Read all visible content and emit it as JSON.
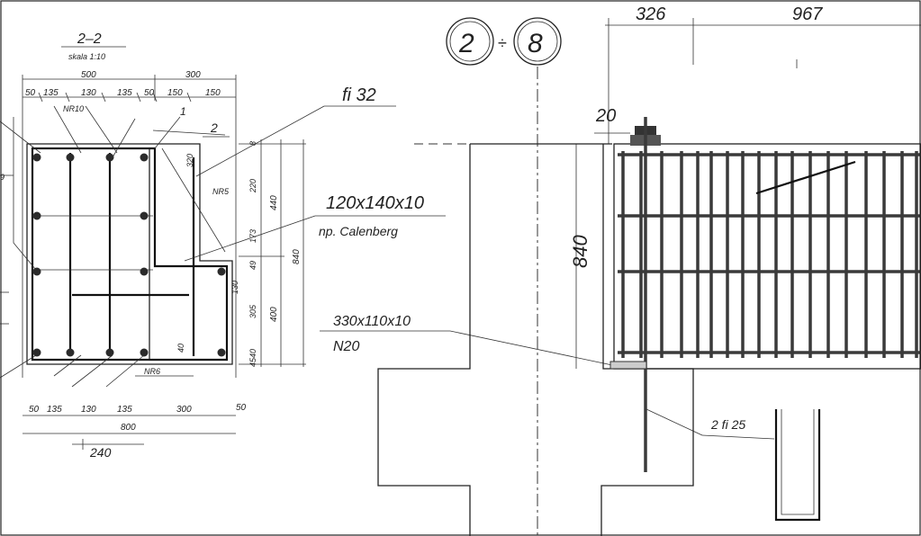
{
  "section": {
    "title": "2–2",
    "scale": "skala 1:10",
    "top_dims_row1": [
      "500",
      "300"
    ],
    "top_dims_row2": [
      "50",
      "135",
      "130",
      "135",
      "50",
      "150",
      "150"
    ],
    "bottom_dims_row1": [
      "50",
      "135",
      "130",
      "135",
      "300",
      "50"
    ],
    "bottom_total": "800",
    "bottom_offset": "240",
    "right_dims_inner": [
      "8",
      "220",
      "173",
      "49",
      "130",
      "305",
      "40",
      "45"
    ],
    "right_dims_outer": [
      "440",
      "400"
    ],
    "right_total": "840",
    "labels": {
      "nr10": "NR10",
      "nr5": "NR5",
      "nr6": "NR6",
      "mark1": "1",
      "mark2": "2",
      "dim40": "40",
      "dim320": "320",
      "dim9": "9"
    }
  },
  "callouts": {
    "fi32": "fi 32",
    "plate1": "120x140x10",
    "plate1_sub": "np. Calenberg",
    "plate2": "330x110x10",
    "plate2_sub": "N20",
    "bars": "2 fi 25"
  },
  "axes": {
    "left": "2",
    "sep": "÷",
    "right": "8"
  },
  "elevation": {
    "dim_top_a": "326",
    "dim_top_b": "967",
    "dim_gap": "20",
    "height": "840"
  }
}
